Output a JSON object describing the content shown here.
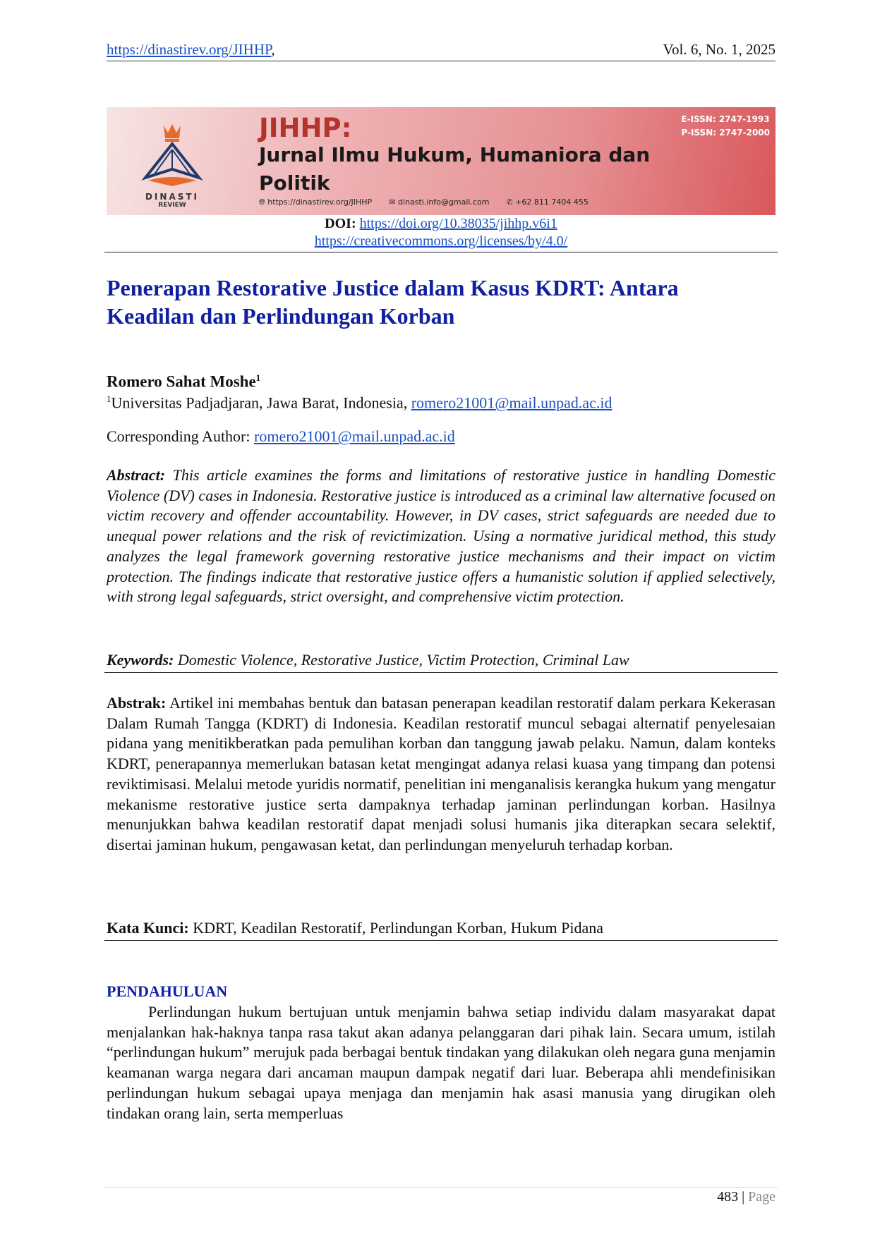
{
  "header": {
    "url": "https://dinastirev.org/JIHHP",
    "url_suffix": ",",
    "volume": "Vol. 6, No. 1, 2025"
  },
  "banner": {
    "logo_name": "DINASTI",
    "logo_sub": "REVIEW",
    "journal_abbr": "JIHHP:",
    "journal_name": "Jurnal Ilmu Hukum, Humaniora dan Politik",
    "website": "https://dinastirev.org/JIHHP",
    "email": "dinasti.info@gmail.com",
    "phone": "+62 811 7404 455",
    "eissn": "E-ISSN: 2747-1993",
    "pissn": "P-ISSN: 2747-2000",
    "colors": {
      "title": "#b4332c",
      "gradient_end": "#d9585c"
    }
  },
  "doi": {
    "label": "DOI:",
    "url": "https://doi.org/10.38035/jihhp.v6i1",
    "license": "https://creativecommons.org/licenses/by/4.0/"
  },
  "title": "Penerapan Restorative Justice dalam Kasus KDRT: Antara Keadilan dan Perlindungan Korban",
  "author": {
    "name": "Romero Sahat Moshe",
    "sup": "1",
    "affil_sup": "1",
    "affiliation": "Universitas Padjadjaran, Jawa Barat, Indonesia, ",
    "email": "romero21001@mail.unpad.ac.id",
    "corr_label": "Corresponding Author: ",
    "corr_email": "romero21001@mail.unpad.ac.id"
  },
  "abstract": {
    "label": "Abstract:",
    "text": " This article examines the forms and limitations of restorative justice in handling Domestic Violence (DV) cases in Indonesia. Restorative justice is introduced as a criminal law alternative focused on victim recovery and offender accountability. However, in DV cases, strict safeguards are needed due to unequal power relations and the risk of revictimization. Using a normative juridical method, this study analyzes the legal framework governing restorative justice mechanisms and their impact on victim protection. The findings indicate that restorative justice offers a humanistic solution if applied selectively, with strong legal safeguards, strict oversight, and comprehensive victim protection.",
    "kw_label": "Keywords:",
    "keywords": " Domestic Violence, Restorative Justice, Victim Protection, Criminal Law"
  },
  "abstrak": {
    "label": "Abstrak:",
    "text": " Artikel ini membahas bentuk dan batasan penerapan keadilan restoratif dalam perkara Kekerasan Dalam Rumah Tangga (KDRT) di Indonesia. Keadilan restoratif muncul sebagai alternatif penyelesaian pidana yang menitikberatkan pada pemulihan korban dan tanggung jawab pelaku. Namun, dalam konteks KDRT, penerapannya memerlukan batasan ketat mengingat adanya relasi kuasa yang timpang dan potensi reviktimisasi. Melalui metode yuridis normatif, penelitian ini menganalisis kerangka hukum yang mengatur mekanisme restorative justice serta dampaknya terhadap jaminan perlindungan korban. Hasilnya menunjukkan bahwa keadilan restoratif dapat menjadi solusi humanis jika diterapkan secara selektif, disertai jaminan hukum, pengawasan ketat, dan perlindungan menyeluruh terhadap korban.",
    "kw_label": "Kata Kunci:",
    "keywords": " KDRT, Keadilan Restoratif, Perlindungan Korban, Hukum Pidana"
  },
  "section": {
    "heading": "PENDAHULUAN",
    "text": "Perlindungan hukum bertujuan untuk menjamin bahwa setiap individu dalam masyarakat dapat menjalankan hak-haknya tanpa rasa takut akan adanya pelanggaran dari pihak lain. Secara umum, istilah “perlindungan hukum” merujuk pada berbagai bentuk tindakan yang dilakukan oleh negara guna menjamin keamanan warga negara dari ancaman maupun dampak negatif dari luar. Beberapa ahli mendefinisikan perlindungan hukum sebagai upaya menjaga dan menjamin hak asasi manusia yang dirugikan oleh tindakan orang lain, serta memperluas"
  },
  "footer": {
    "page": "483",
    "sep": " | ",
    "label": "Page"
  }
}
